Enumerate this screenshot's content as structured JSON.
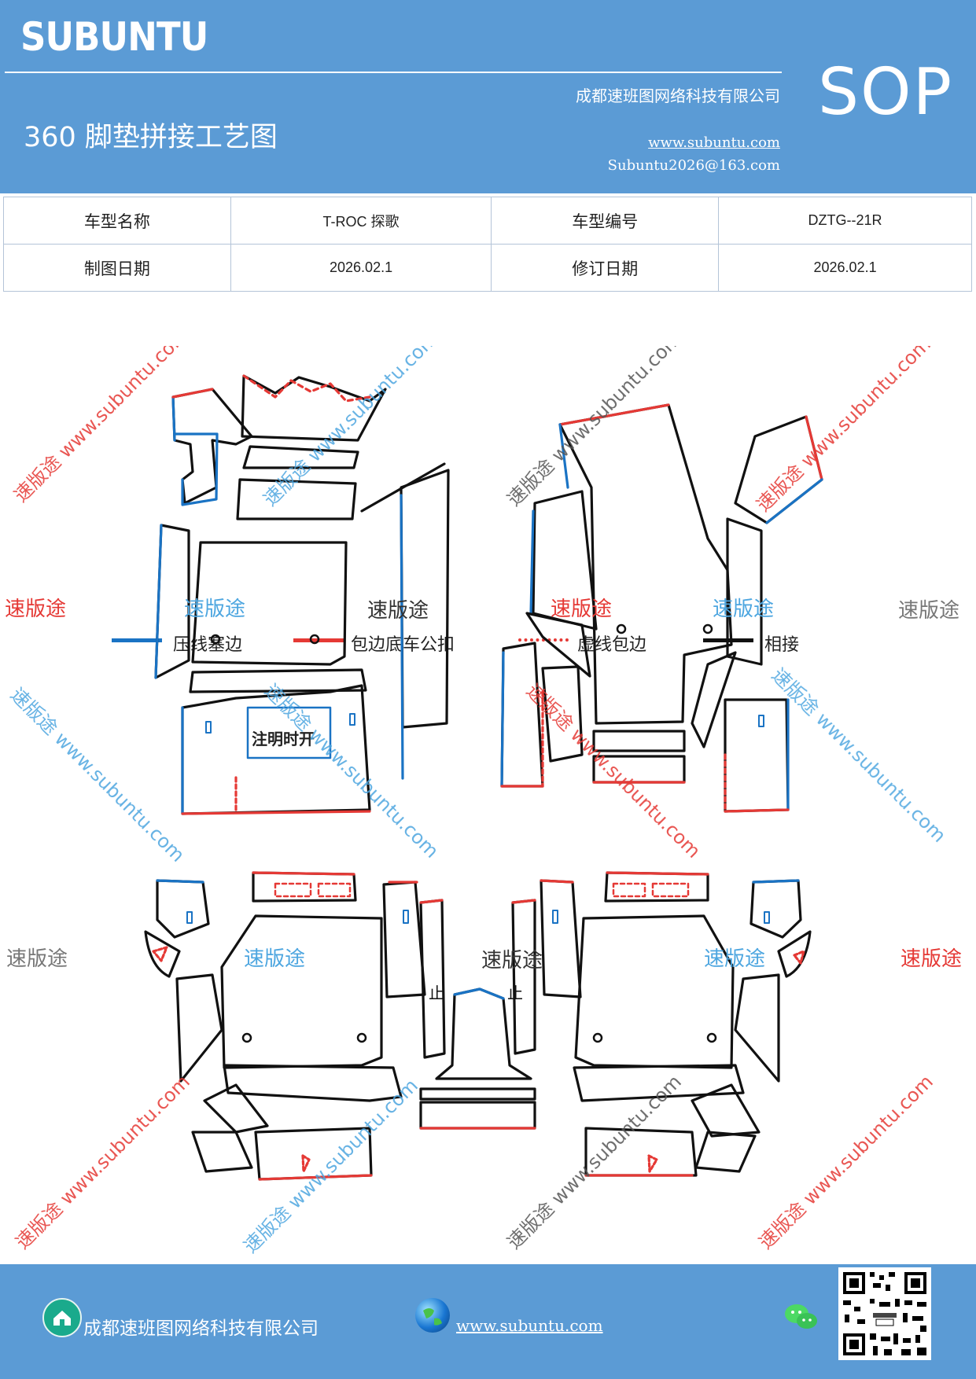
{
  "header": {
    "brand": "SUBUNTU",
    "doc_title": "360 脚垫拼接工艺图",
    "company": "成都速班图网络科技有限公司",
    "url": "www.subuntu.com",
    "email": "Subuntu2026@163.com",
    "sop": "SOP"
  },
  "info": {
    "model_name_label": "车型名称",
    "model_name_value": "T-ROC 探歌",
    "model_code_label": "车型编号",
    "model_code_value": "DZTG--21R",
    "draw_date_label": "制图日期",
    "draw_date_value": "2026.02.1",
    "revise_date_label": "修订日期",
    "revise_date_value": "2026.02.1"
  },
  "legend": [
    {
      "label": "压线塞边",
      "color": "#1a73c4",
      "style": "solid"
    },
    {
      "label": "包边底车公扣",
      "color": "#e53935",
      "style": "solid"
    },
    {
      "label": "虚线包边",
      "color": "#e53935",
      "style": "dotted"
    },
    {
      "label": "相接",
      "color": "#111111",
      "style": "solid"
    }
  ],
  "diagram": {
    "note": "注明时开",
    "stop_left": "止",
    "stop_right": "止",
    "watermark_cn": "速版途",
    "watermark_full": "速版途 www.subuntu.com"
  },
  "colors": {
    "brand_blue": "#5b9bd5",
    "edge_blue": "#1a73c4",
    "edge_red": "#e53935",
    "edge_black": "#111111"
  },
  "footer": {
    "company": "成都速班图网络科技有限公司",
    "url": "www.subuntu.com",
    "icons": [
      "home-icon",
      "globe-icon",
      "wechat-icon",
      "qr-code"
    ]
  }
}
